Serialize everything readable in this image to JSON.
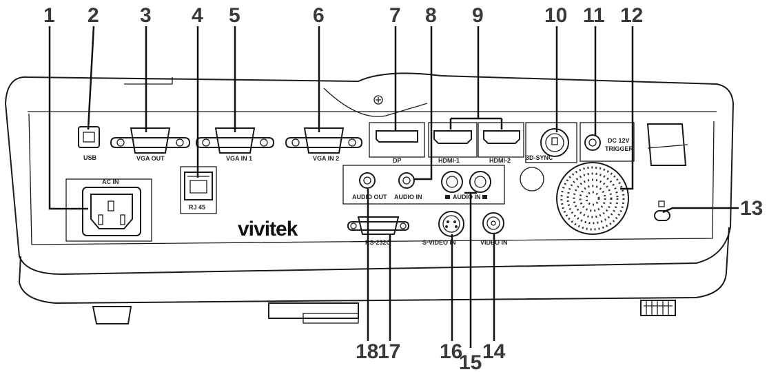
{
  "brand": {
    "logo_text": "vivitek"
  },
  "callouts": [
    "1",
    "2",
    "3",
    "4",
    "5",
    "6",
    "7",
    "8",
    "9",
    "10",
    "11",
    "12",
    "13",
    "14",
    "15",
    "16",
    "17",
    "18"
  ],
  "port_labels": {
    "usb": "USB",
    "vga_out": "VGA OUT",
    "vga_in_1": "VGA IN 1",
    "vga_in_2": "VGA IN 2",
    "dp": "DP",
    "hdmi_1": "HDMI-1",
    "hdmi_2": "HDMI-2",
    "sync_3d": "3D-SYNC",
    "dc_12v": "DC 12V",
    "trigger": "TRIGGER",
    "ac_in": "AC IN",
    "rj45": "RJ 45",
    "audio_out": "AUDIO OUT",
    "audio_in": "AUDIO IN",
    "audio_in_rca": "AUDIO IN",
    "rs232c": "RS-232C",
    "s_video_in": "S-VIDEO IN",
    "video_in": "VIDEO IN"
  }
}
